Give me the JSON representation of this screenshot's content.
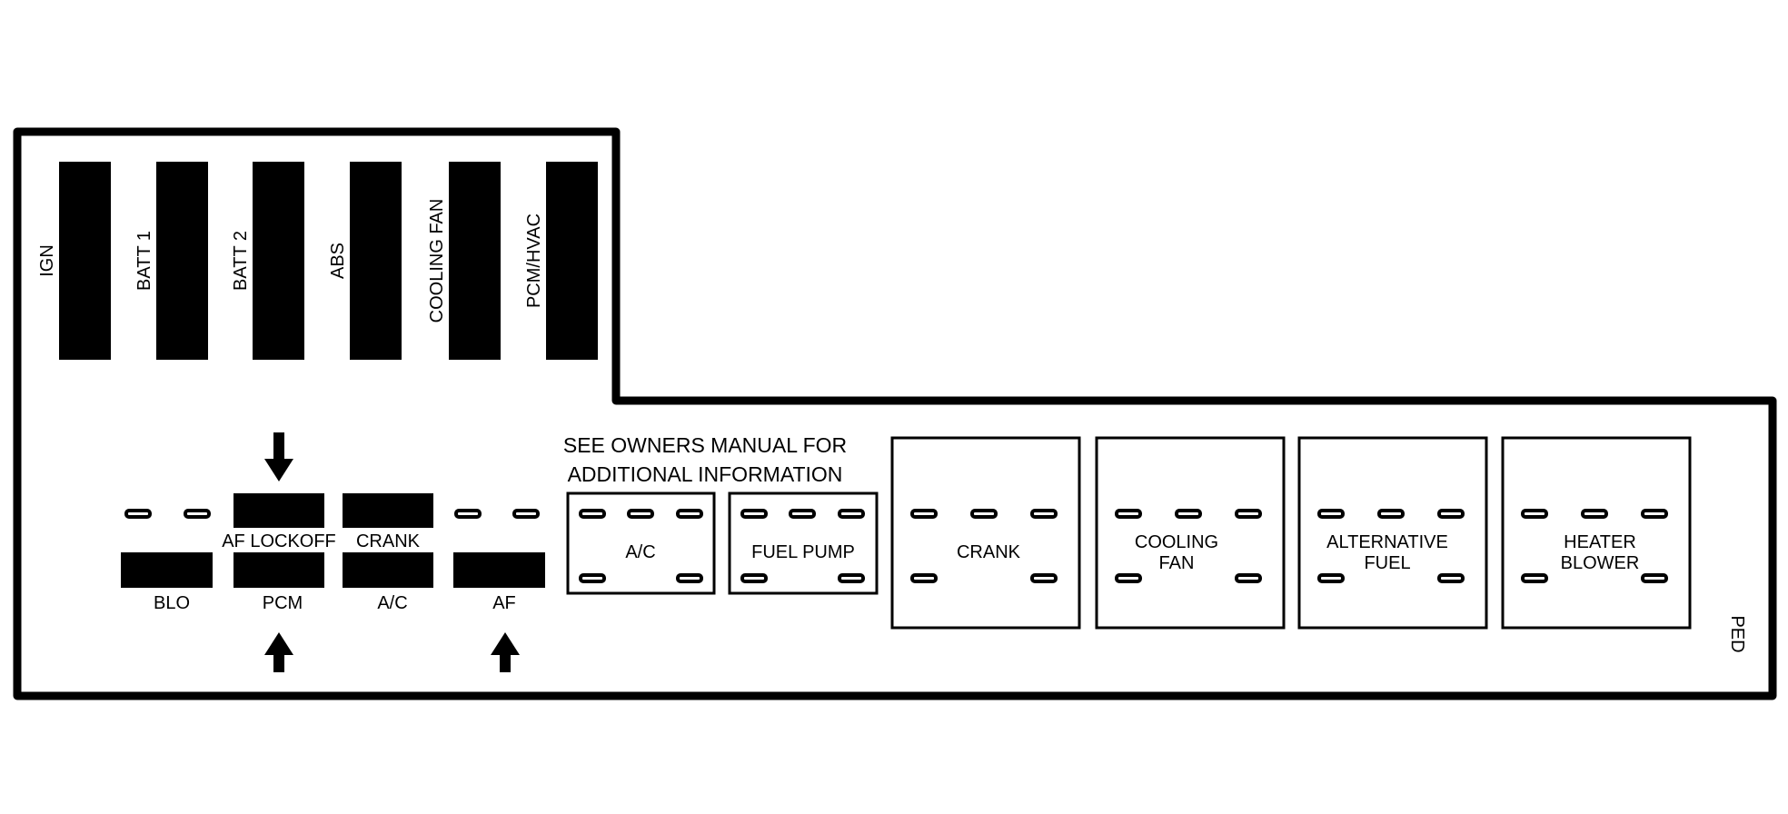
{
  "colors": {
    "ink": "#000000",
    "paper": "#ffffff"
  },
  "maxi_fuses": [
    {
      "label": "IGN"
    },
    {
      "label": "BATT 1"
    },
    {
      "label": "BATT 2"
    },
    {
      "label": "ABS"
    },
    {
      "label": "COOLING FAN"
    },
    {
      "label": "PCM/HVAC"
    }
  ],
  "mini_fuses": {
    "af_lockoff": "AF LOCKOFF",
    "crank": "CRANK",
    "blo": "BLO",
    "pcm": "PCM",
    "ac": "A/C",
    "af": "AF"
  },
  "note": {
    "line1": "SEE OWNERS MANUAL FOR",
    "line2": "ADDITIONAL INFORMATION"
  },
  "small_relays": [
    {
      "label": "A/C"
    },
    {
      "label": "FUEL PUMP"
    }
  ],
  "large_relays": [
    {
      "line1": "CRANK",
      "line2": ""
    },
    {
      "line1": "COOLING",
      "line2": "FAN"
    },
    {
      "line1": "ALTERNATIVE",
      "line2": "FUEL"
    },
    {
      "line1": "HEATER",
      "line2": "BLOWER"
    }
  ],
  "corner_code": "PED"
}
